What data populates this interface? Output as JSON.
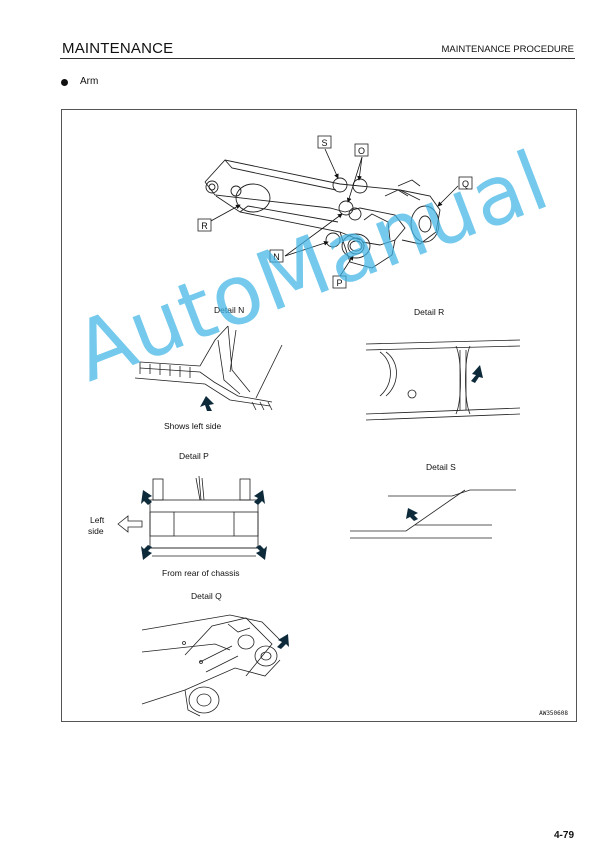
{
  "header": {
    "section_title": "MAINTENANCE",
    "section_subtitle": "MAINTENANCE PROCEDURE"
  },
  "bullet": {
    "text": "Arm"
  },
  "figure": {
    "callouts": {
      "s": "S",
      "o": "O",
      "q": "Q",
      "r": "R",
      "n": "N",
      "p": "P"
    },
    "captions": {
      "detail_n": "Detail N",
      "detail_r": "Detail R",
      "shows_left_side": "Shows left side",
      "detail_p": "Detail P",
      "detail_s": "Detail S",
      "left_side_line1": "Left",
      "left_side_line2": "side",
      "from_rear": "From rear of chassis",
      "detail_q": "Detail Q"
    },
    "figure_code": "AW350608"
  },
  "watermark": "AutoManual",
  "page_number": "4-79"
}
